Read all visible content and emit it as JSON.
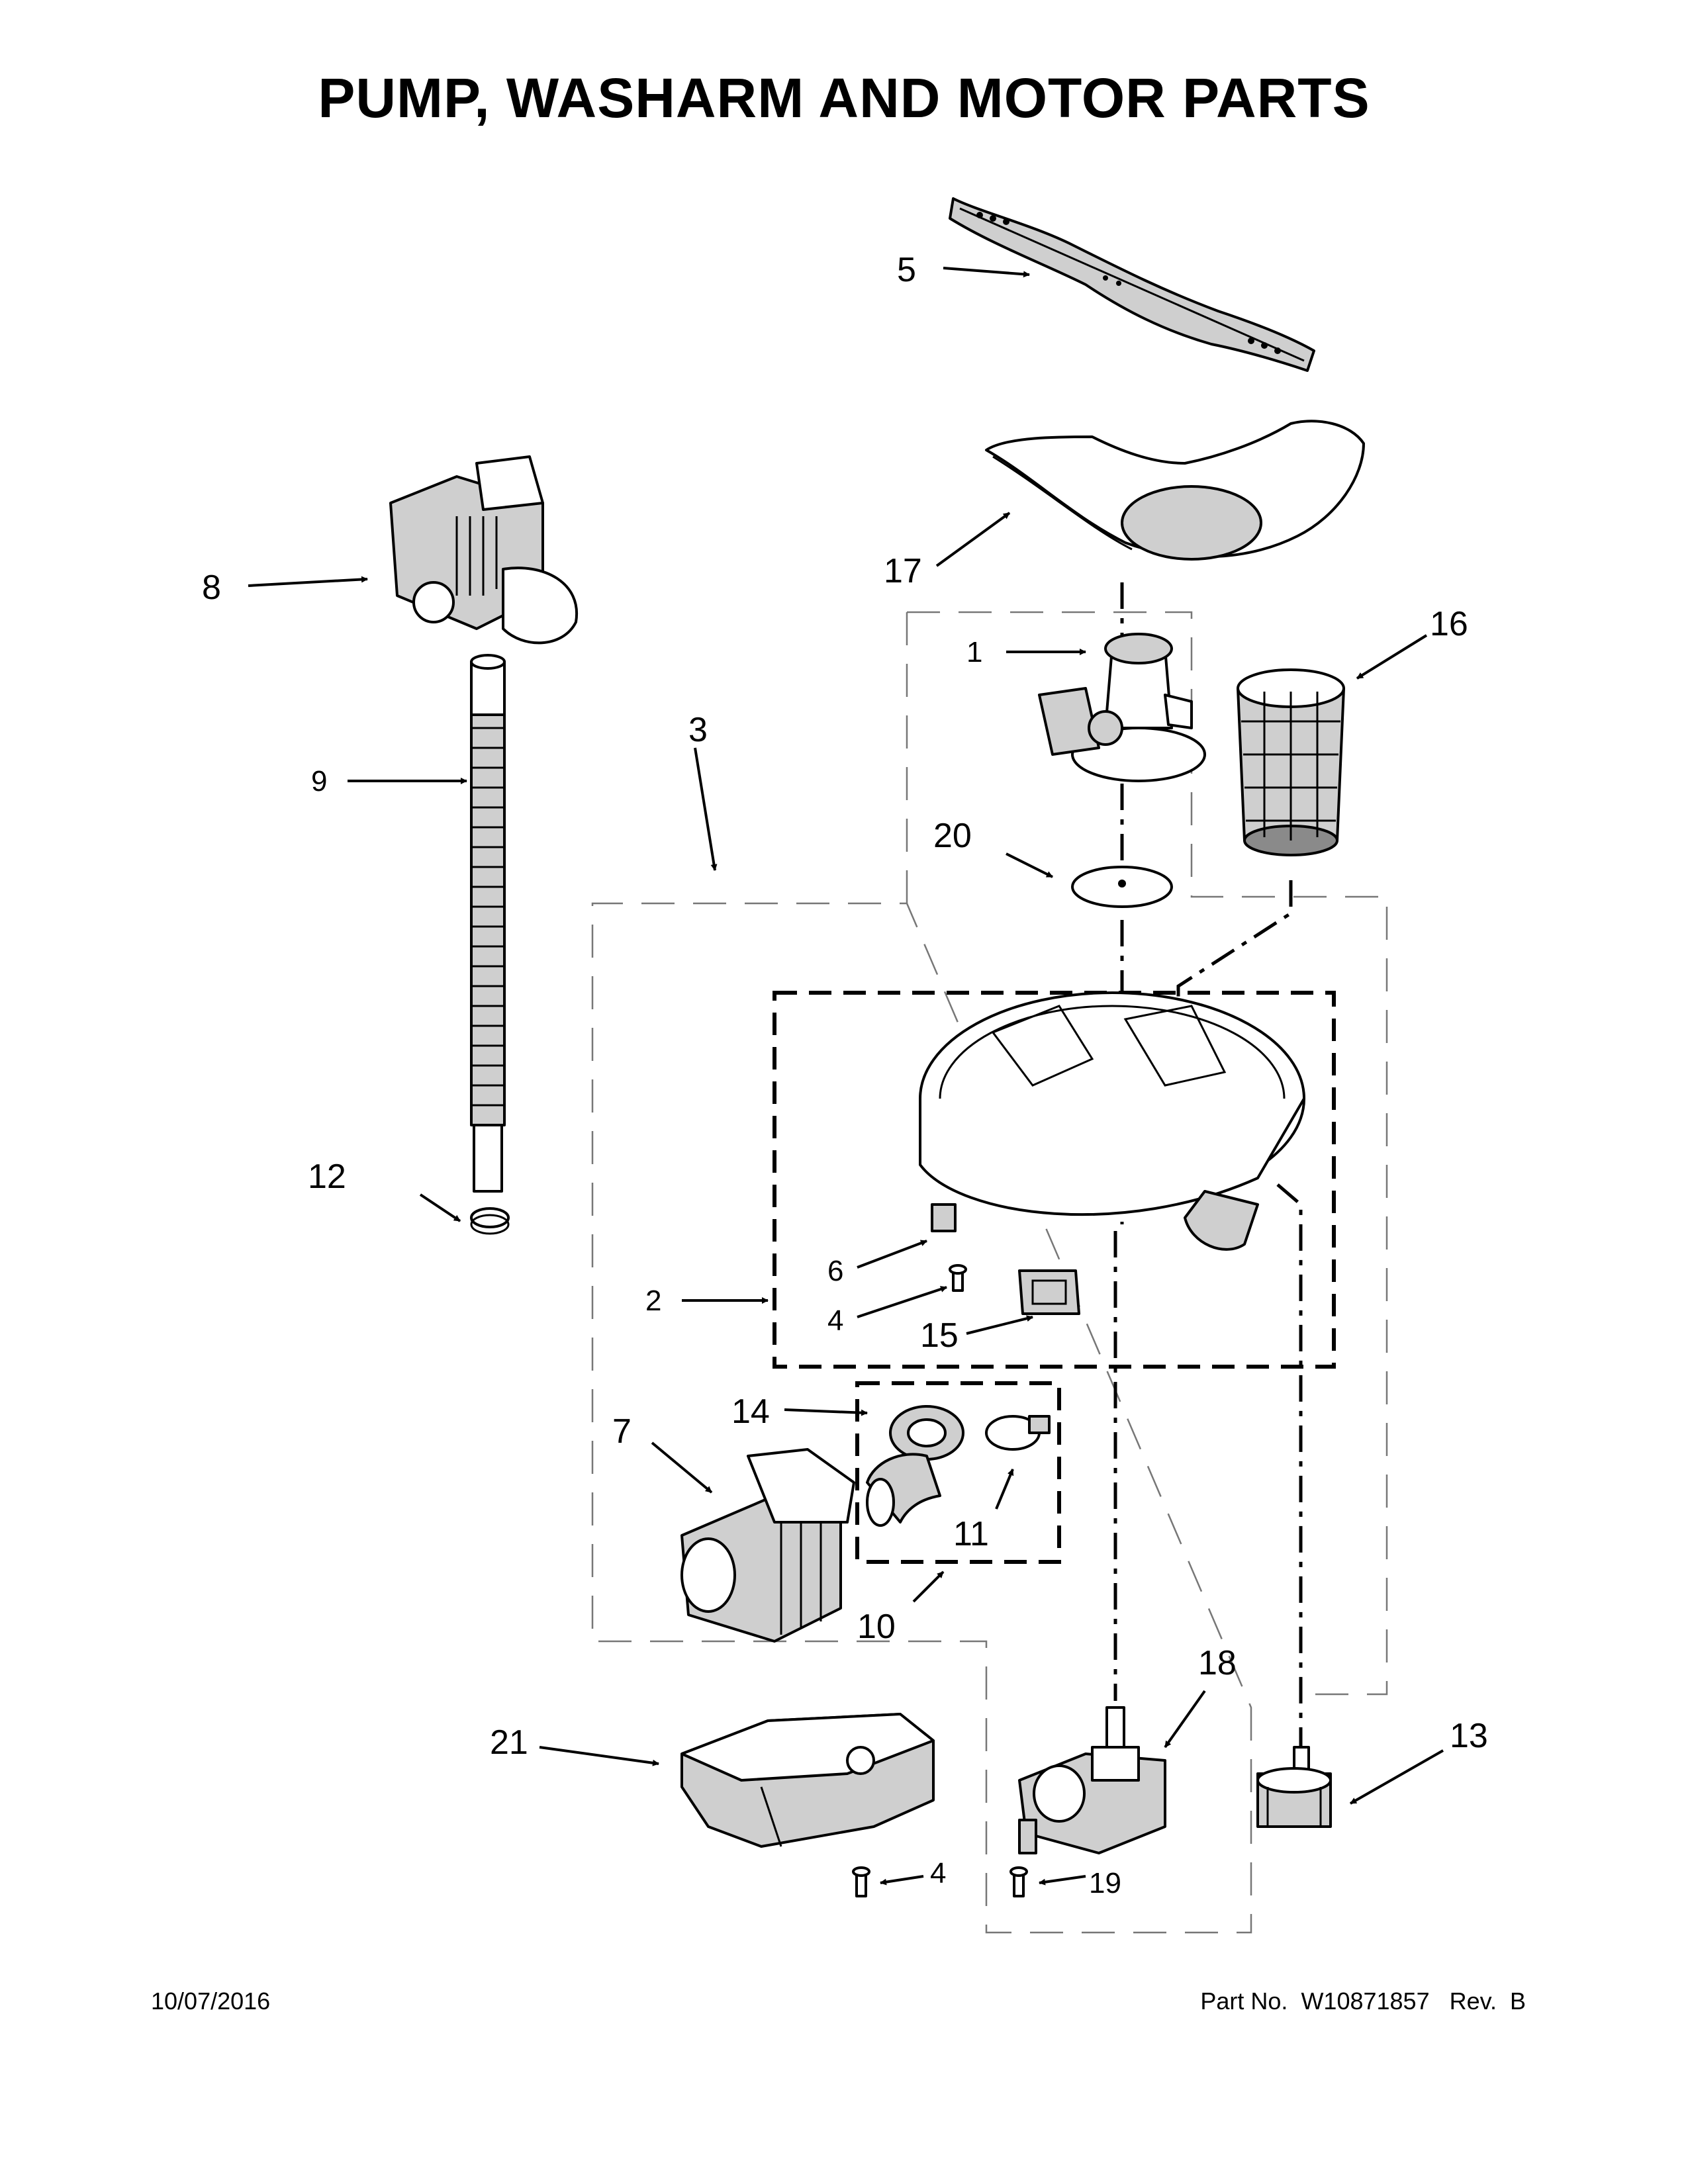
{
  "title": "PUMP, WASHARM AND MOTOR PARTS",
  "footer": {
    "date": "10/07/2016",
    "part_label": "Part No.",
    "part_number": "W10871857",
    "rev_label": "Rev.",
    "rev": "B"
  },
  "callouts": {
    "c1": "1",
    "c2": "2",
    "c3": "3",
    "c4a": "4",
    "c4b": "4",
    "c5": "5",
    "c6": "6",
    "c7": "7",
    "c8": "8",
    "c9": "9",
    "c10": "10",
    "c11": "11",
    "c12": "12",
    "c13": "13",
    "c14": "14",
    "c15": "15",
    "c16": "16",
    "c17": "17",
    "c18": "18",
    "c19": "19",
    "c20": "20",
    "c21": "21"
  }
}
